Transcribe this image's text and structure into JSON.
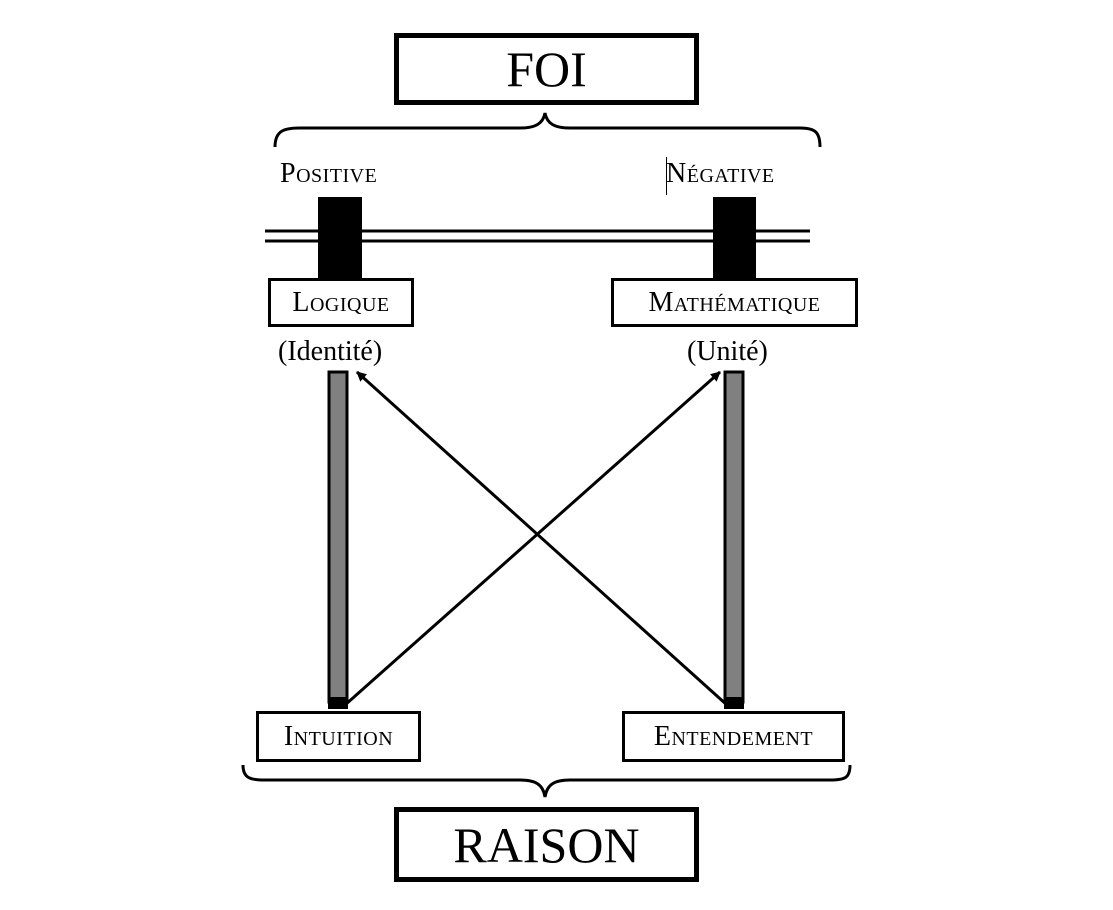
{
  "top": {
    "title": "FOI"
  },
  "bottom": {
    "title": "RAISON"
  },
  "branches": {
    "positive": "Positive",
    "negative": "Négative"
  },
  "nodes": {
    "logique": {
      "label": "Logique",
      "sub": "(Identité)"
    },
    "mathematique": {
      "label": "Mathématique",
      "sub": "(Unité)"
    },
    "intuition": {
      "label": "Intuition"
    },
    "entendement": {
      "label": "Entendement"
    }
  },
  "colors": {
    "ink": "#000000",
    "bar": "#808080",
    "paper": "#ffffff"
  }
}
